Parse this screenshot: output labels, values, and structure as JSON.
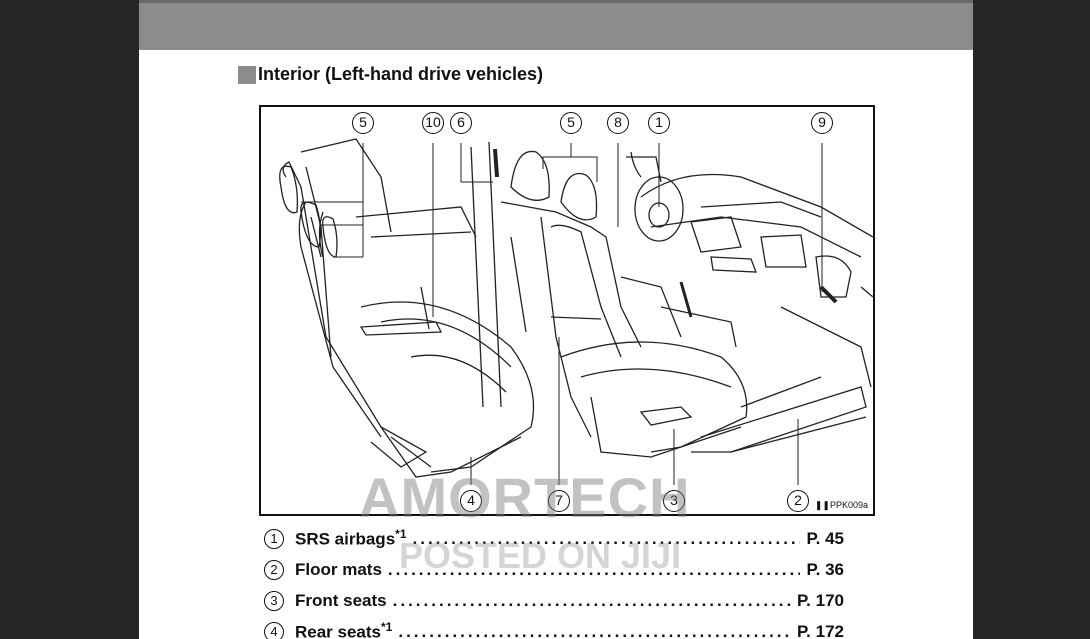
{
  "section_title": "Interior (Left-hand drive vehicles)",
  "figure_code": "PPK009a",
  "callouts": [
    "5",
    "10",
    "6",
    "5",
    "8",
    "1",
    "9",
    "4",
    "7",
    "3",
    "2"
  ],
  "items": [
    {
      "num": "1",
      "label": "SRS airbags",
      "sup": "*1",
      "page": "P. 45"
    },
    {
      "num": "2",
      "label": "Floor mats",
      "sup": "",
      "page": "P. 36"
    },
    {
      "num": "3",
      "label": "Front seats",
      "sup": "",
      "page": "P. 170"
    },
    {
      "num": "4",
      "label": "Rear seats",
      "sup": "*1",
      "page": "P. 172"
    }
  ],
  "watermark": {
    "line1": "AMORTECH",
    "line2": "POSTED ON JIJI"
  }
}
